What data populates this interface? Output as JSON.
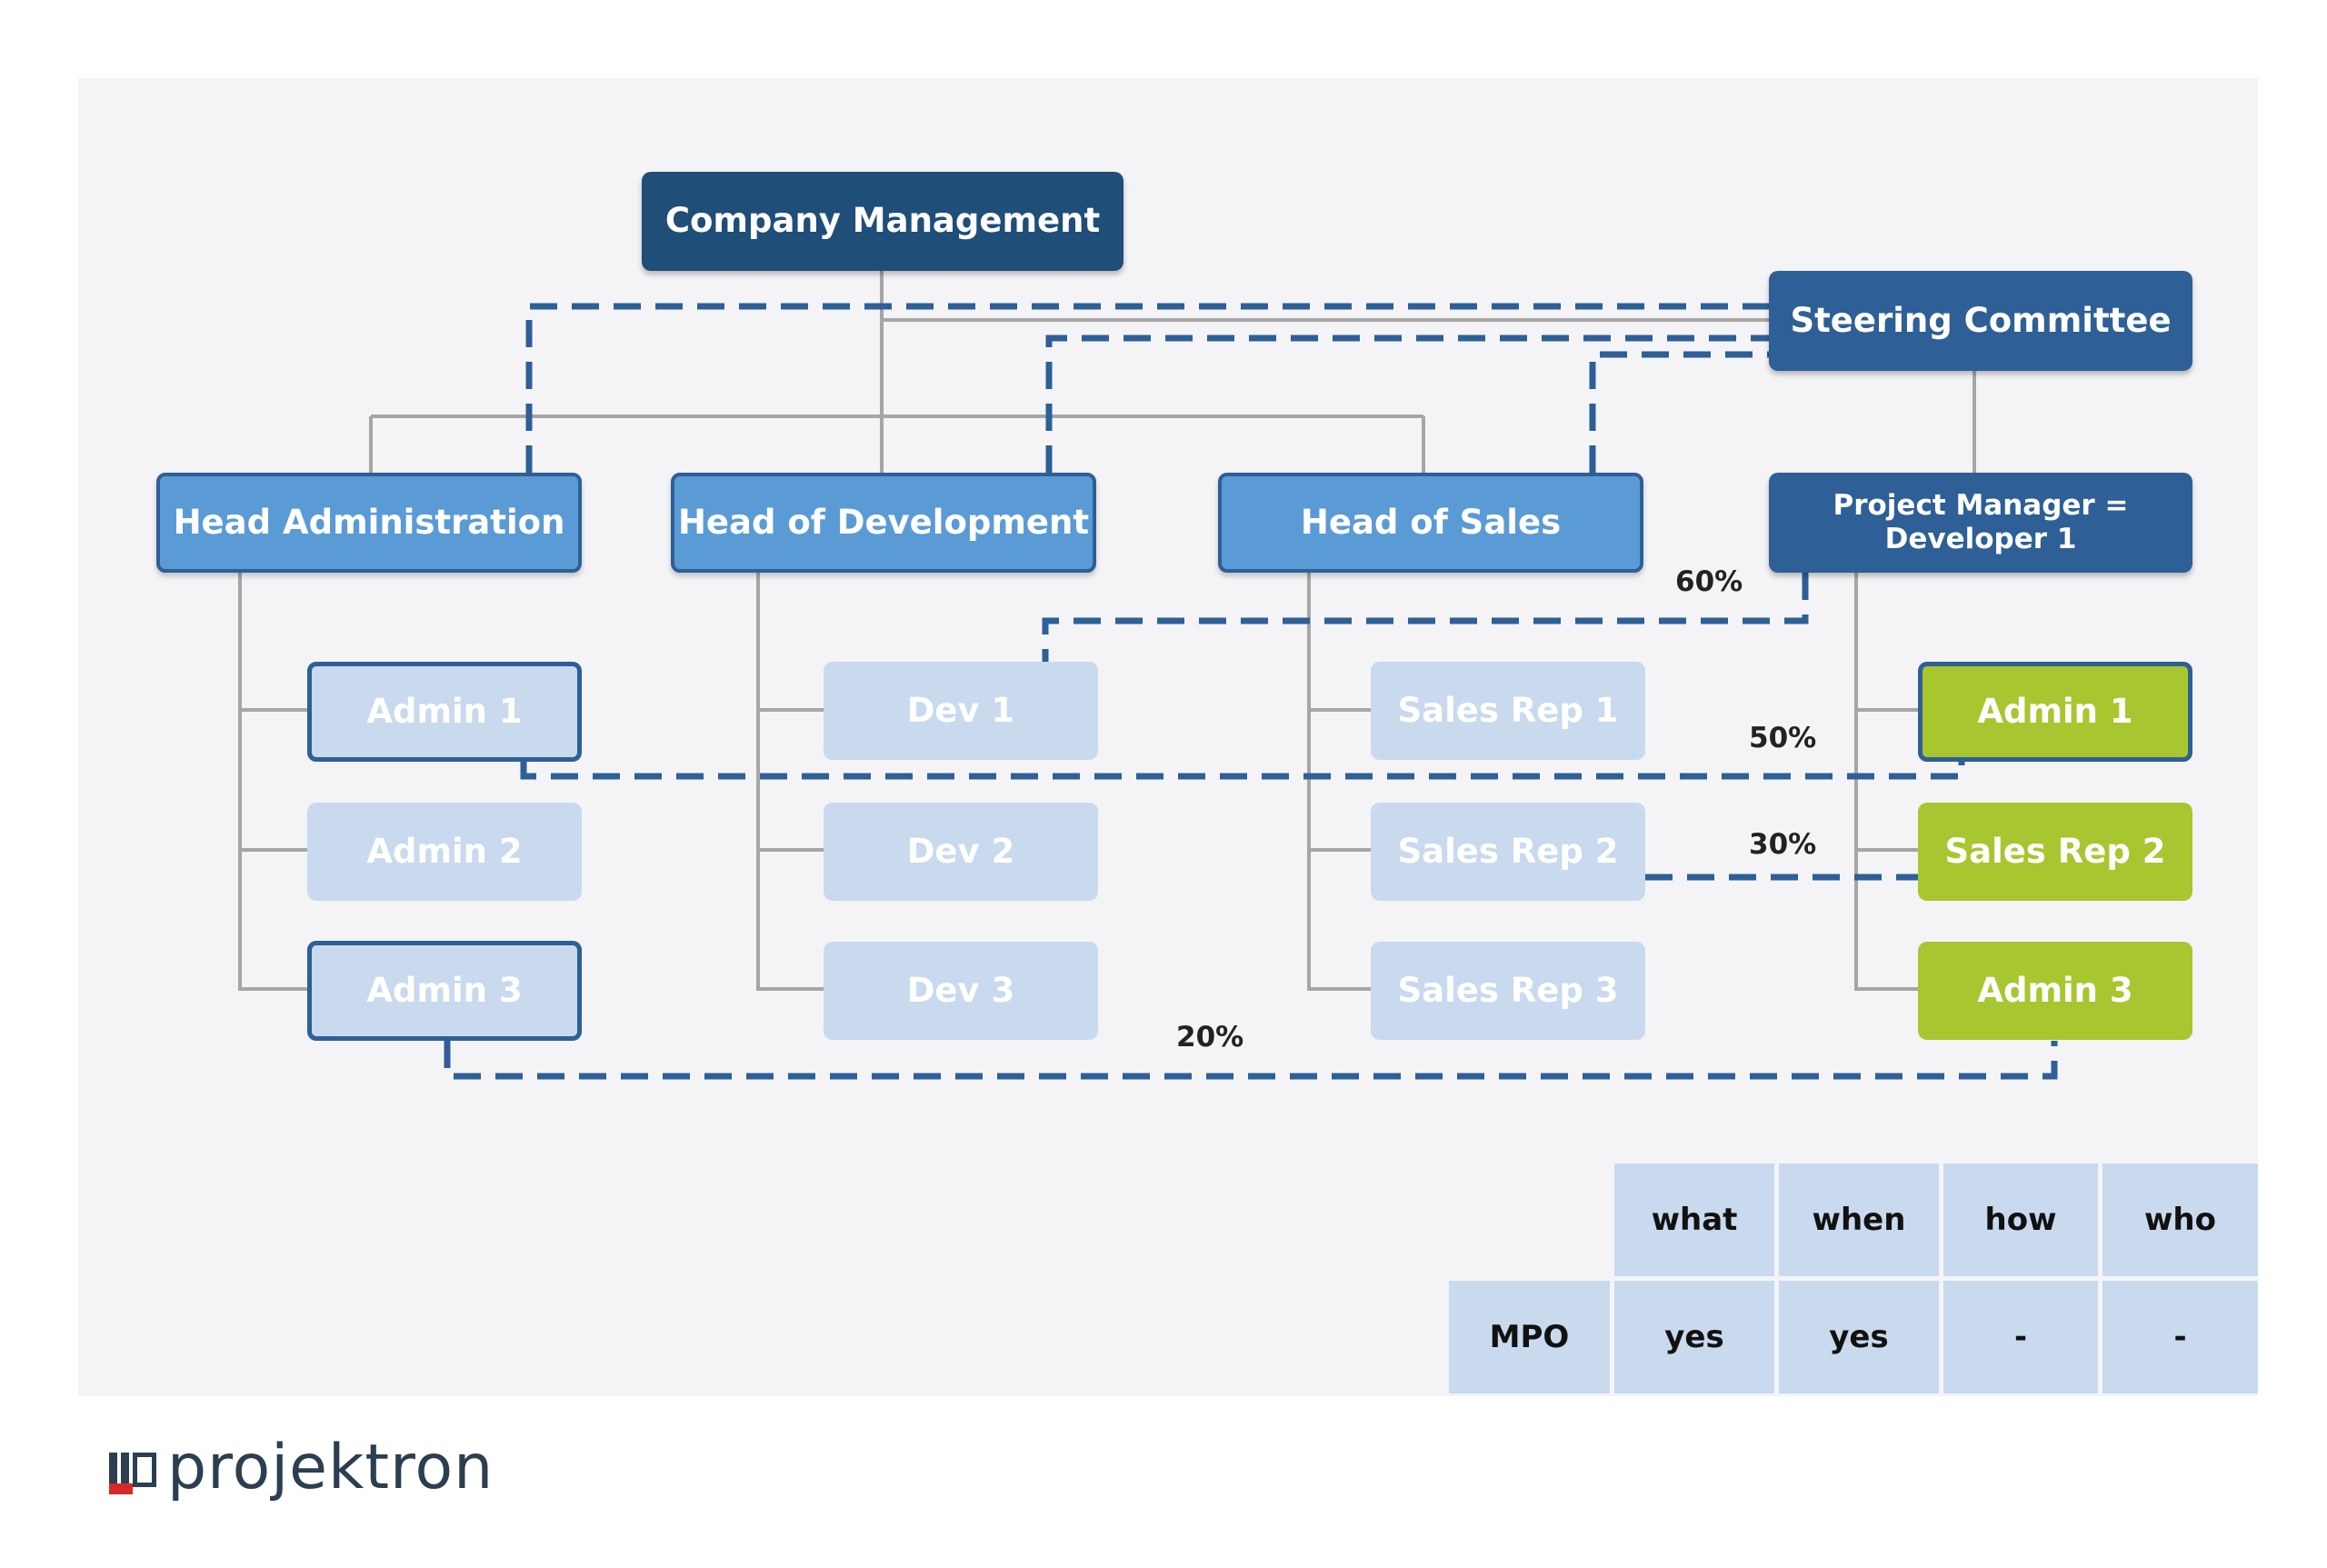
{
  "org_chart": {
    "company_management": "Company Management",
    "steering_committee": "Steering Committee",
    "heads": [
      "Head Administration",
      "Head of Development",
      "Head of Sales"
    ],
    "project_manager": [
      "Project Manager =",
      "Developer 1"
    ],
    "admin_column": [
      "Admin 1",
      "Admin 2",
      "Admin 3"
    ],
    "dev_column": [
      "Dev 1",
      "Dev 2",
      "Dev 3"
    ],
    "sales_column": [
      "Sales Rep 1",
      "Sales Rep 2",
      "Sales Rep 3"
    ],
    "project_team": [
      "Admin 1",
      "Sales Rep 2",
      "Admin 3"
    ],
    "allocations": [
      "60%",
      "50%",
      "30%",
      "20%"
    ]
  },
  "table": {
    "headers": [
      "what",
      "when",
      "how",
      "who"
    ],
    "row_label": "MPO",
    "row_values": [
      "yes",
      "yes",
      "-",
      "-"
    ]
  },
  "colors": {
    "dark_blue": "#1f4e79",
    "steel_blue": "#2e5f96",
    "light_blue": "#5b9bd5",
    "pale_blue": "#c9d9ee",
    "lime_green": "#a8c62f",
    "connector_gray": "#a6a6a6"
  },
  "logo": {
    "text": "projektron"
  }
}
